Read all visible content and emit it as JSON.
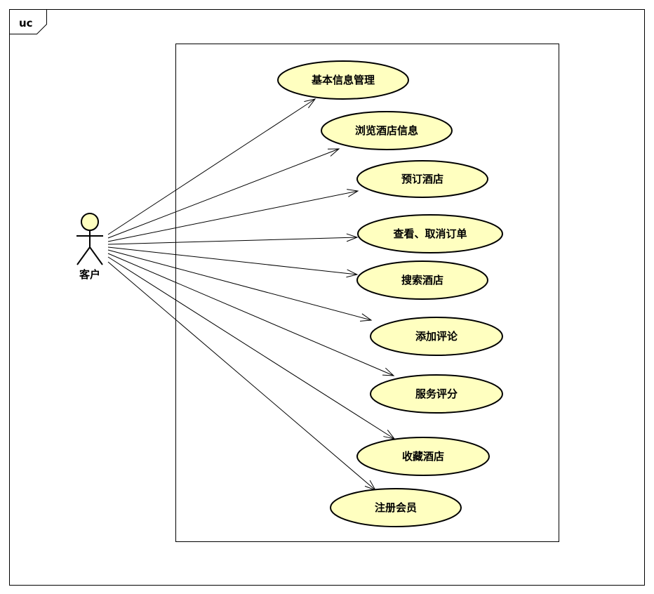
{
  "diagram": {
    "frame_tab": "uc",
    "colors": {
      "usecase_fill": "#ffffc0",
      "actor_fill": "#ffffc0",
      "line": "#000000"
    },
    "actor": {
      "label": "客户",
      "icon": "stick-figure-icon"
    },
    "use_cases": [
      {
        "id": "uc-basic-info",
        "label": "基本信息管理"
      },
      {
        "id": "uc-browse-hotel",
        "label": "浏览酒店信息"
      },
      {
        "id": "uc-book-hotel",
        "label": "预订酒店"
      },
      {
        "id": "uc-view-cancel-order",
        "label": "查看、取消订单"
      },
      {
        "id": "uc-search-hotel",
        "label": "搜索酒店"
      },
      {
        "id": "uc-add-comment",
        "label": "添加评论"
      },
      {
        "id": "uc-rate-service",
        "label": "服务评分"
      },
      {
        "id": "uc-favorite-hotel",
        "label": "收藏酒店"
      },
      {
        "id": "uc-register-member",
        "label": "注册会员"
      }
    ],
    "associations": [
      {
        "from": "actor",
        "to": "uc-basic-info",
        "style": "open-arrow"
      },
      {
        "from": "actor",
        "to": "uc-browse-hotel",
        "style": "open-arrow"
      },
      {
        "from": "actor",
        "to": "uc-book-hotel",
        "style": "open-arrow"
      },
      {
        "from": "actor",
        "to": "uc-view-cancel-order",
        "style": "open-arrow"
      },
      {
        "from": "actor",
        "to": "uc-search-hotel",
        "style": "open-arrow"
      },
      {
        "from": "actor",
        "to": "uc-add-comment",
        "style": "open-arrow"
      },
      {
        "from": "actor",
        "to": "uc-rate-service",
        "style": "open-arrow"
      },
      {
        "from": "actor",
        "to": "uc-favorite-hotel",
        "style": "open-arrow"
      },
      {
        "from": "actor",
        "to": "uc-register-member",
        "style": "open-arrow"
      }
    ]
  }
}
